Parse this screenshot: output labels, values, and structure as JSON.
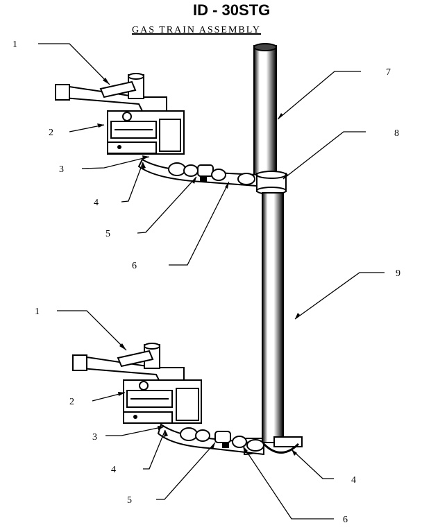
{
  "title": "ID - 30STG",
  "subtitle": "GAS TRAIN ASSEMBLY",
  "callouts": [
    {
      "id": "c1a",
      "label": "1"
    },
    {
      "id": "c2a",
      "label": "2"
    },
    {
      "id": "c3a",
      "label": "3"
    },
    {
      "id": "c4a",
      "label": "4"
    },
    {
      "id": "c5a",
      "label": "5"
    },
    {
      "id": "c6a",
      "label": "6"
    },
    {
      "id": "c7",
      "label": "7"
    },
    {
      "id": "c8",
      "label": "8"
    },
    {
      "id": "c9",
      "label": "9"
    },
    {
      "id": "c1b",
      "label": "1"
    },
    {
      "id": "c2b",
      "label": "2"
    },
    {
      "id": "c3b",
      "label": "3"
    },
    {
      "id": "c4b",
      "label": "4"
    },
    {
      "id": "c5b",
      "label": "5"
    },
    {
      "id": "c4c",
      "label": "4"
    },
    {
      "id": "c6b",
      "label": "6"
    }
  ]
}
